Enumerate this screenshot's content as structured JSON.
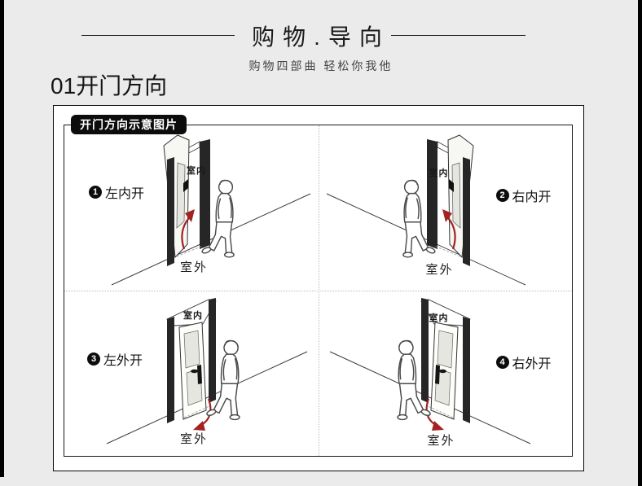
{
  "page": {
    "background": "#ebebeb",
    "edge_bar_color": "#000000",
    "accent_red": "#a32222"
  },
  "header": {
    "title": "购物.导向",
    "subtitle": "购物四部曲 轻松你我他"
  },
  "section": {
    "title": "01开门方向"
  },
  "panel": {
    "badge": "开门方向示意图片"
  },
  "quadrants": [
    {
      "num": "1",
      "label": "左内开",
      "indoor_label": "室内",
      "outdoor_label": "室外"
    },
    {
      "num": "2",
      "label": "右内开",
      "indoor_label": "室内",
      "outdoor_label": "室外"
    },
    {
      "num": "3",
      "label": "左外开",
      "indoor_label": "室内",
      "outdoor_label": "室外"
    },
    {
      "num": "4",
      "label": "右外开",
      "indoor_label": "室内",
      "outdoor_label": "室外"
    }
  ]
}
